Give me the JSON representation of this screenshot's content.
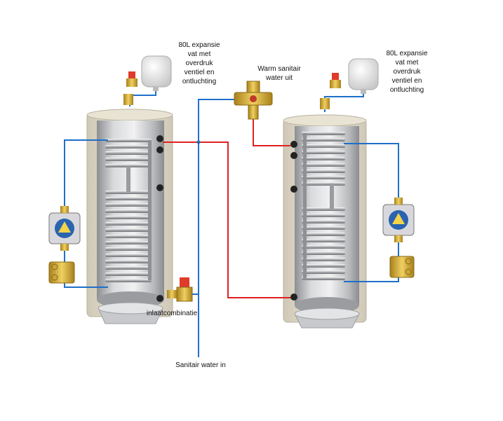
{
  "labels": {
    "expansion_left": "80L expansie\nvat met\noverdruk\nventiel en\nontluchting",
    "expansion_right": "80L expansie\nvat met\noverdruk\nventiel en\nontluchting",
    "hot_water_out": "Warm sanitair\nwater uit",
    "inlet_combination": "inlaatcombinatie",
    "cold_water_in": "Sanitair water in"
  },
  "colors": {
    "hot_pipe": "#e02020",
    "cold_pipe": "#1f6fc9",
    "tank_body": "#d7d8da",
    "tank_outer": "#e6dfcf",
    "brass": "#d9b23a",
    "relief_valve": "#e03a2a",
    "pump_blue": "#2a64b0"
  }
}
